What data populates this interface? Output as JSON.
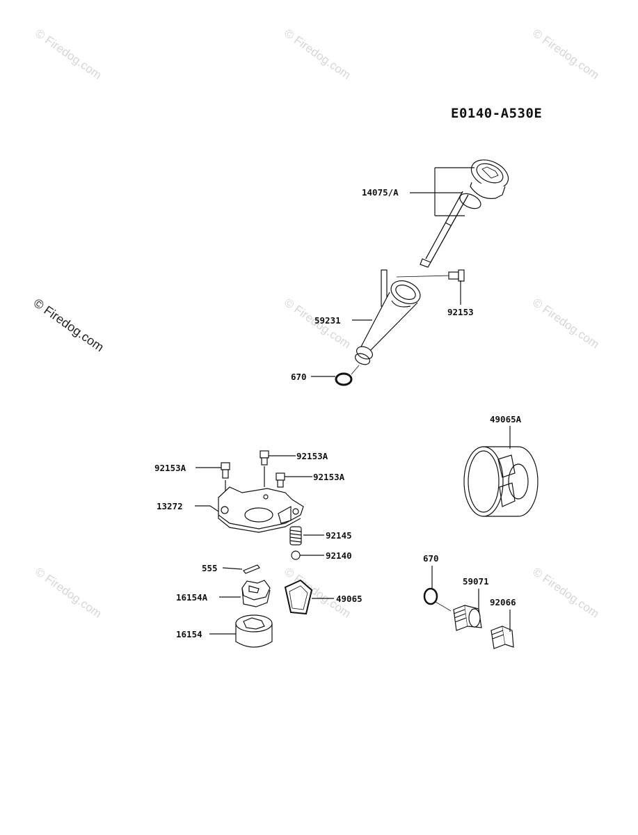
{
  "diagram_code": "E0140-A530E",
  "watermark": "© Firedog.com",
  "parts": {
    "p14075A": "14075/A",
    "p59231": "59231",
    "p92153": "92153",
    "p670a": "670",
    "p49065A": "49065A",
    "p92153A_1": "92153A",
    "p92153A_2": "92153A",
    "p92153A_3": "92153A",
    "p13272": "13272",
    "p92145": "92145",
    "p92140": "92140",
    "p555": "555",
    "p16154A": "16154A",
    "p49065": "49065",
    "p16154": "16154",
    "p670b": "670",
    "p59071": "59071",
    "p92066": "92066"
  }
}
